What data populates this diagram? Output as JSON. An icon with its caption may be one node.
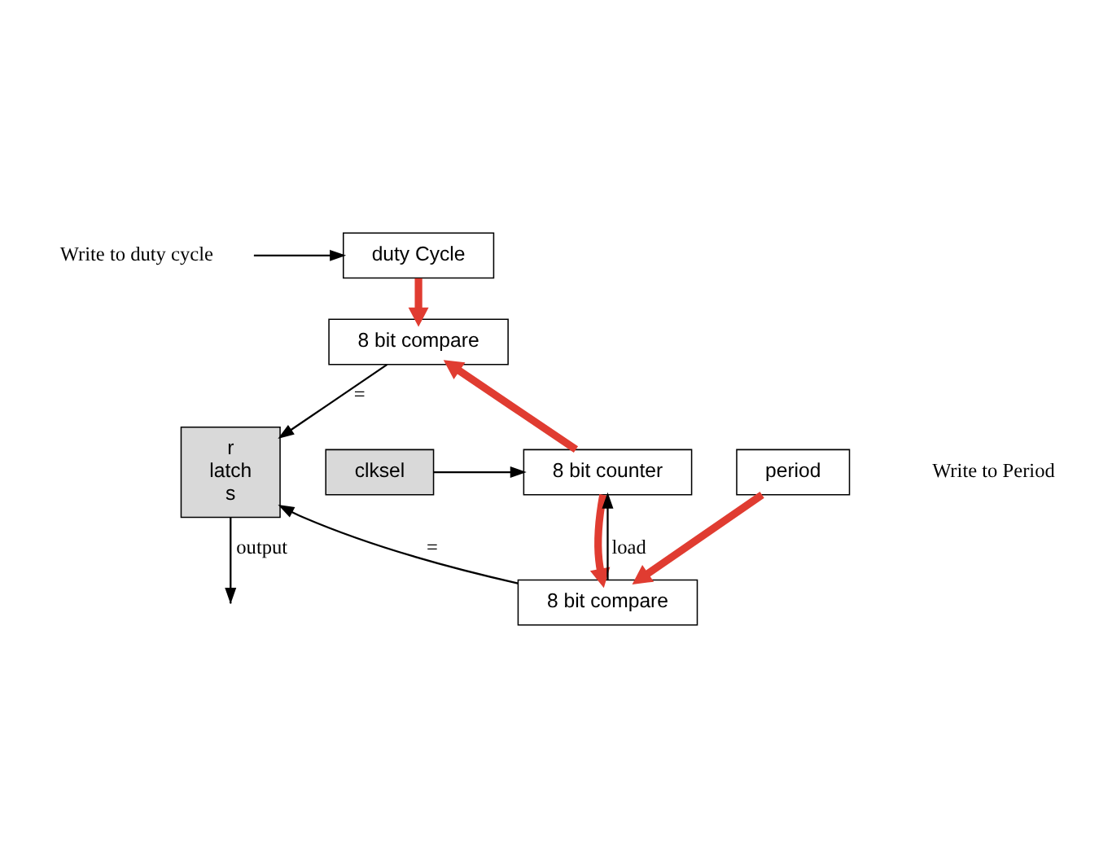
{
  "diagram": {
    "nodes": [
      {
        "text": [
          "Write to duty cycle"
        ]
      },
      {
        "text": [
          "duty Cycle"
        ]
      },
      {
        "text": [
          "8 bit compare"
        ]
      },
      {
        "text": [
          "clksel"
        ]
      },
      {
        "text": [
          "8 bit counter"
        ]
      },
      {
        "text": [
          "r",
          "latch",
          "s"
        ]
      },
      {
        "text": [
          "8 bit compare"
        ]
      },
      {
        "text": [
          "Write to Period"
        ]
      },
      {
        "text": [
          "period"
        ]
      }
    ],
    "edges": [
      {
        "from": 0,
        "to": 1,
        "arrow": "to"
      },
      {
        "from": 1,
        "to": 2,
        "arrow": "to",
        "style": "thick",
        "color": "#e03c31"
      },
      {
        "from": 4,
        "to": 2,
        "arrow": "to",
        "style": "thick",
        "color": "#e03c31"
      },
      {
        "from": 4,
        "to": 6,
        "arrow": "to",
        "style": "thick",
        "color": "#e03c31"
      },
      {
        "from": 8,
        "to": 6,
        "arrow": "to",
        "style": "thick",
        "color": "#e03c31"
      },
      {
        "from": 3,
        "to": 4,
        "arrow": "to"
      },
      {
        "from": 2,
        "to": 5,
        "arrow": "to",
        "label": "="
      },
      {
        "from": 6,
        "to": 5,
        "arrow": "to",
        "label": "="
      },
      {
        "from": 6,
        "to": 4,
        "arrow": "to",
        "label": "load"
      },
      {
        "from": 5,
        "to": null,
        "arrow": "to",
        "label": "output"
      }
    ]
  }
}
